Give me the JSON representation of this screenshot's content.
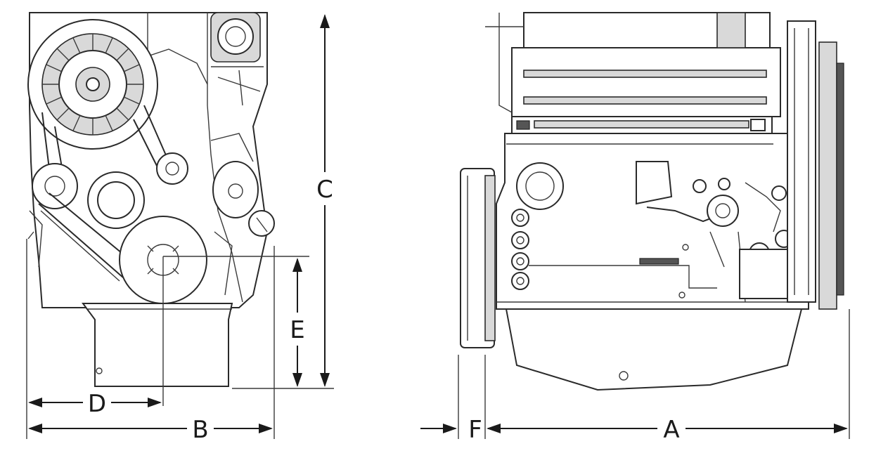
{
  "labels": {
    "A": "A",
    "B": "B",
    "C": "C",
    "D": "D",
    "E": "E",
    "F": "F"
  },
  "colors": {
    "line": "#2a2a2a",
    "background": "#ffffff"
  }
}
